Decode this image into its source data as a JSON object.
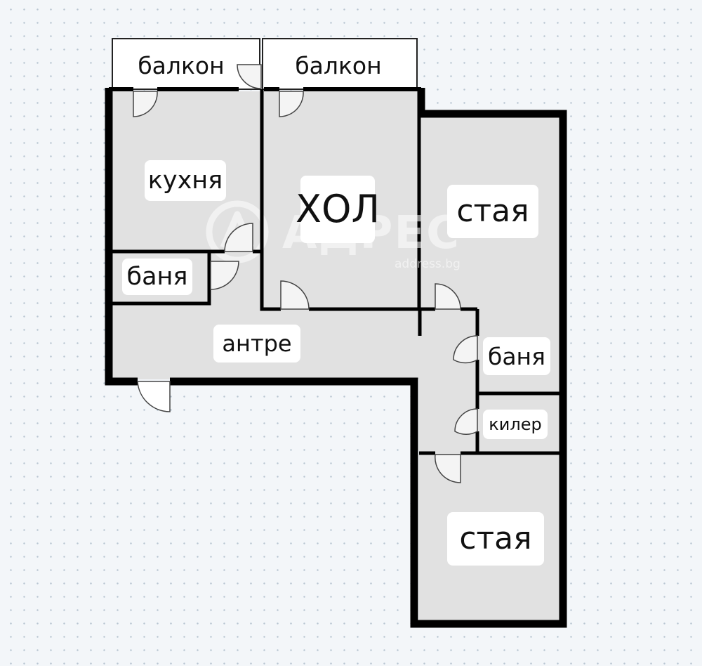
{
  "rooms": {
    "balcony_1": "балкон",
    "balcony_2": "балкон",
    "kitchen": "кухня",
    "living": "ХОЛ",
    "room_1": "стая",
    "bath_1": "баня",
    "hall": "антре",
    "bath_2": "баня",
    "storage": "килер",
    "room_2": "стая"
  },
  "watermark": {
    "brand": "АДРЕС",
    "site": "address.bg"
  },
  "colors": {
    "wall": "#000000",
    "floor": "#e1e1e1",
    "balcony": "#ffffff",
    "label_bg": "#ffffff",
    "background": "#f3f6f9"
  }
}
